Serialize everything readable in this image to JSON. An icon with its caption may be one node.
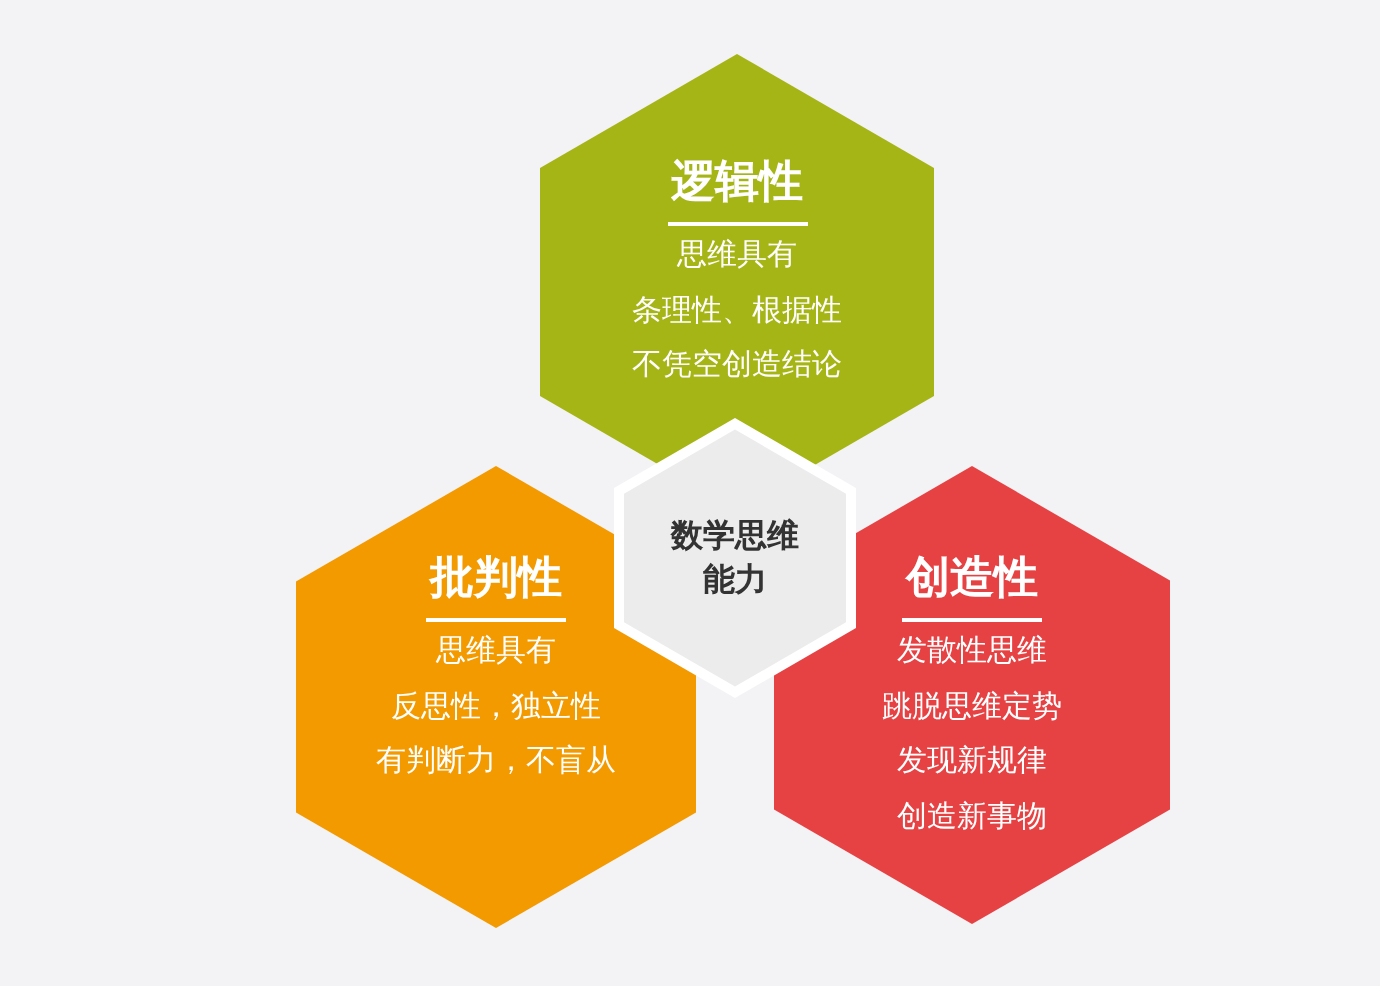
{
  "diagram": {
    "nodes": [
      {
        "text": [
          "逻辑性",
          "思维具有",
          "条理性、根据性",
          "不凭空创造结论"
        ]
      },
      {
        "text": [
          "批判性",
          "思维具有",
          "反思性，独立性",
          "有判断力，不盲从"
        ]
      },
      {
        "text": [
          "数学思维能力"
        ]
      },
      {
        "text": [
          "创造性",
          "发散性思维",
          "跳脱思维定势",
          "发现新规律",
          "创造新事物"
        ]
      }
    ]
  }
}
